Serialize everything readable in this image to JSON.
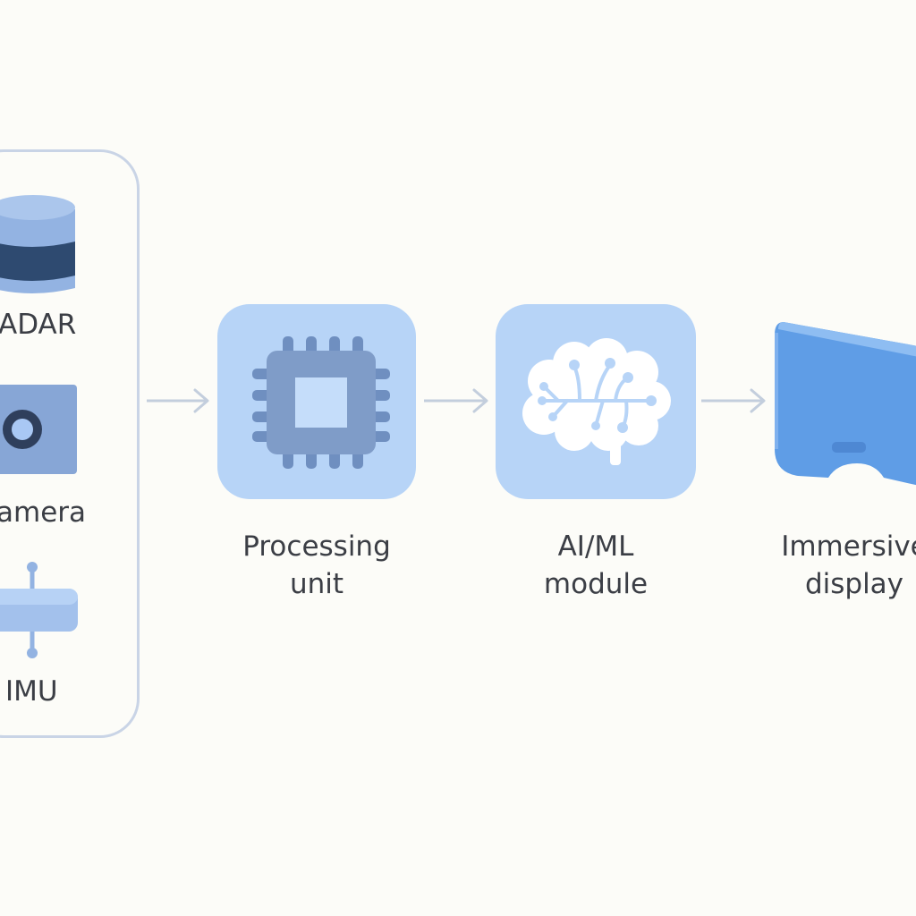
{
  "sensors": {
    "lidar_label": "ADAR",
    "camera_label": "amera",
    "imu_label": "IMU"
  },
  "stages": {
    "processing": {
      "line1": "Processing",
      "line2": "unit"
    },
    "aiml": {
      "line1": "AI/ML",
      "line2": "module"
    },
    "display": {
      "line1": "Immersive",
      "line2": "display"
    }
  },
  "icons": {
    "lidar": "lidar-sensor-icon",
    "camera": "camera-icon",
    "imu": "imu-sensor-icon",
    "processing": "chip-icon",
    "aiml": "brain-icon",
    "display": "headset-display-icon",
    "flow": "arrow-right-icon"
  },
  "colors": {
    "background": "#fcfcf8",
    "panel_border": "#c9d4e6",
    "tile": "#b7d4f7",
    "icon_mid": "#7f9cc8",
    "icon_dark": "#2e4a70",
    "display_blue": "#5f9de6",
    "arrow": "#c3cedd",
    "text": "#3b3e45"
  }
}
